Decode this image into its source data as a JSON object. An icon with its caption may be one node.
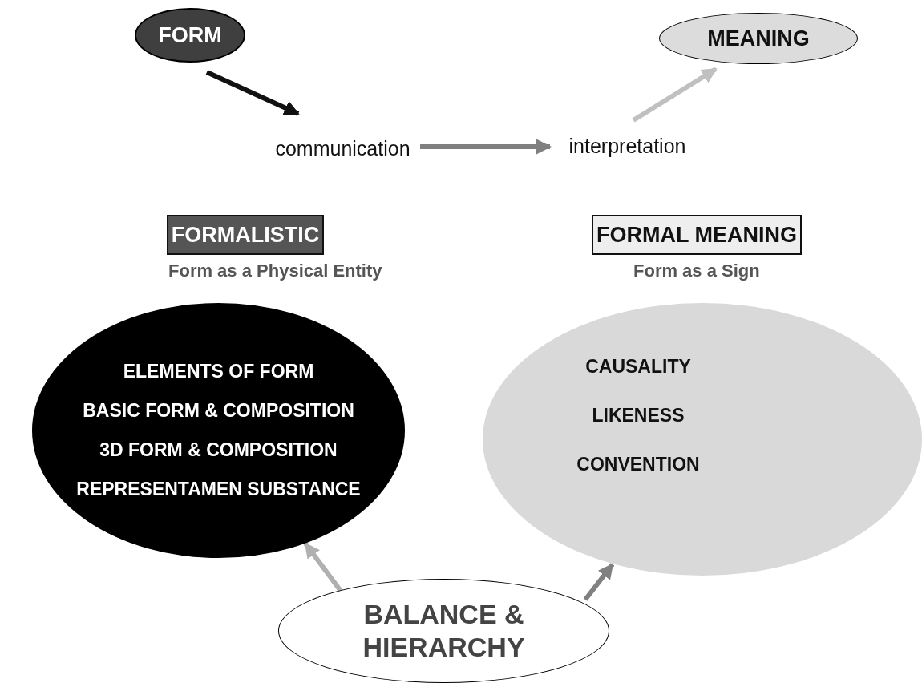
{
  "diagram": {
    "nodes": [
      {
        "text": [
          "FORM"
        ]
      },
      {
        "text": [
          "communication"
        ]
      },
      {
        "text": [
          "interpretation"
        ]
      },
      {
        "text": [
          "MEANING"
        ]
      },
      {
        "text": [
          "FORMALISTIC"
        ],
        "beside": [
          "Form as a Physical Entity"
        ]
      },
      {
        "text": [
          "FORMAL MEANING"
        ],
        "beside": [
          "Form as a Sign"
        ]
      },
      {
        "text": [
          "ELEMENTS OF FORM",
          "BASIC FORM & COMPOSITION",
          "3D FORM & COMPOSITION",
          "REPRESENTAMEN SUBSTANCE"
        ]
      },
      {
        "text": [
          "CAUSALITY",
          "LIKENESS",
          "CONVENTION"
        ]
      },
      {
        "text": [
          "BALANCE & HIERARCHY"
        ]
      }
    ],
    "edges": [
      {
        "from": 0,
        "to": 1,
        "arrow": "to",
        "color": "#111111"
      },
      {
        "from": 1,
        "to": 2,
        "arrow": "to"
      },
      {
        "from": 2,
        "to": 3,
        "arrow": "to",
        "color": "#c0c0c0"
      },
      {
        "from": 8,
        "to": 6,
        "arrow": "to",
        "color": "#b0b0b0"
      },
      {
        "from": 8,
        "to": 7,
        "arrow": "to"
      }
    ]
  }
}
